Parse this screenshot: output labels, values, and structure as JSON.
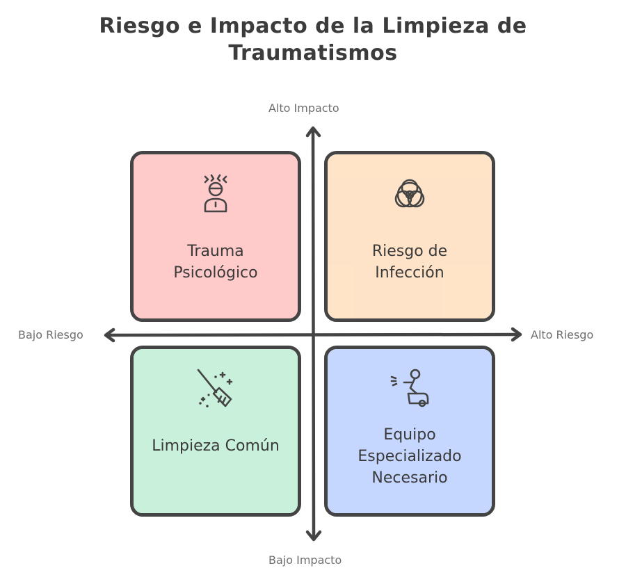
{
  "title": {
    "line1": "Riesgo e Impacto de la Limpieza de",
    "line2": "Traumatismos"
  },
  "axes": {
    "top": "Alto Impacto",
    "bottom": "Bajo Impacto",
    "left": "Bajo Riesgo",
    "right": "Alto Riesgo"
  },
  "quadrants": {
    "top_left": {
      "lines": [
        "Trauma",
        "Psicológico"
      ],
      "icon": "stressed-person-icon",
      "color": "#ffc9c9"
    },
    "top_right": {
      "lines": [
        "Riesgo de",
        "Infección"
      ],
      "icon": "biohazard-icon",
      "color": "#ffe3c7"
    },
    "bottom_left": {
      "lines": [
        "Limpieza Común"
      ],
      "icon": "broom-icon",
      "color": "#c8f0d9"
    },
    "bottom_right": {
      "lines": [
        "Equipo",
        "Especializado",
        "Necesario"
      ],
      "icon": "cleaning-machine-icon",
      "color": "#c4d6ff"
    }
  }
}
